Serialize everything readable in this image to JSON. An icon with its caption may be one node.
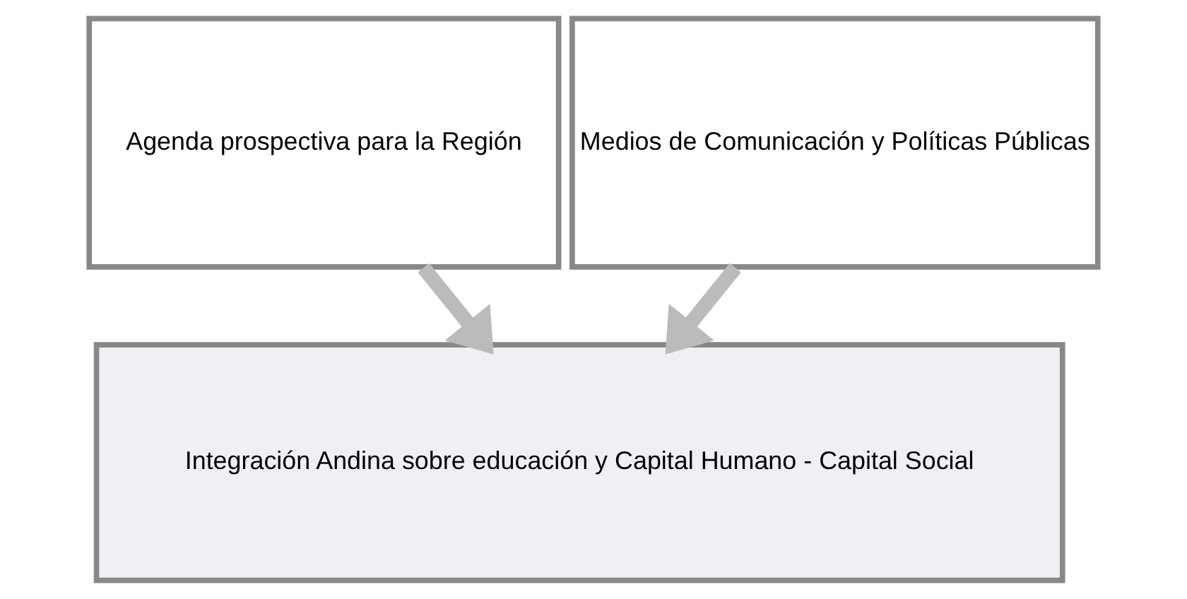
{
  "diagram": {
    "nodes": [
      {
        "text": [
          "Agenda prospectiva para la Región"
        ]
      },
      {
        "text": [
          "Medios de Comunicación y Políticas Públicas"
        ]
      },
      {
        "text": [
          "Integración Andina sobre educación y Capital Humano - Capital Social"
        ]
      }
    ],
    "edges": [
      {
        "from": 0,
        "to": 2,
        "arrow": "to"
      },
      {
        "from": 1,
        "to": 2,
        "arrow": "to"
      }
    ]
  }
}
